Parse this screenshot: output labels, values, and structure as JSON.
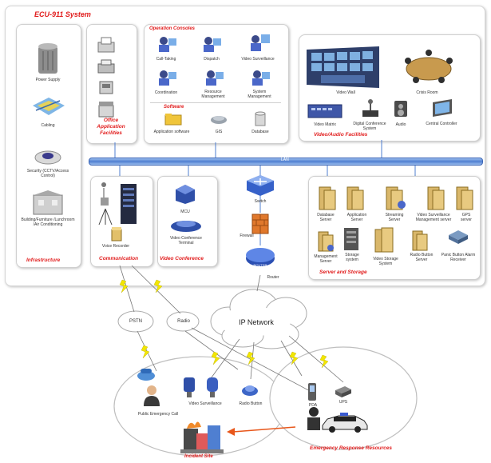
{
  "title": "ECU-911 System",
  "colors": {
    "accent_red": "#e11b1b",
    "lan_blue": "#4f7fd1",
    "lightning": "#f2e600",
    "incident_arrow": "#e8571b"
  },
  "infrastructure": {
    "title": "Infrastructure",
    "items": [
      "Power Supply",
      "Cabling",
      "Security (CCTV/Access Control)",
      "Building/Furniture /Lunchroom /Air Conditioning"
    ]
  },
  "office": {
    "title": "Office Application Facilities"
  },
  "operation": {
    "title": "Operation Consoles",
    "consoles": [
      "Call-Taking",
      "Dispatch",
      "Video Surveillance",
      "Coordination",
      "Resource Management",
      "System Management"
    ],
    "software_title": "Software",
    "software": [
      "Application software",
      "GIS",
      "Database"
    ]
  },
  "video": {
    "items": [
      "Video Wall",
      "Crisis Room",
      "Video Matrix",
      "Digital Conference System",
      "Audio",
      "Central Controller"
    ],
    "title": "Video/Audio Facilities"
  },
  "lan": {
    "label": "LAN"
  },
  "communication": {
    "title": "Communication",
    "items": [
      "Voice Recorder"
    ]
  },
  "video_conference": {
    "title": "Video Conference",
    "items": [
      "MCU",
      "Video Conference Terminal"
    ]
  },
  "network": {
    "switch": "Switch",
    "firewall": "Firewall",
    "router_icon": "ROUTER",
    "router": "Router"
  },
  "servers": {
    "title": "Server and Storage",
    "row1": [
      "Database Server",
      "Application Server",
      "Streaming Server",
      "Video Surveillance Management server",
      "GPS server"
    ],
    "row2": [
      "Management Server",
      "Storage system",
      "Video Storage System",
      "Radio Button Server",
      "Panic Button Alarm Receiver"
    ]
  },
  "clouds": {
    "pstn": "PSTN",
    "radio": "Radio",
    "ip": "IP Network"
  },
  "field": {
    "public_call": "Public Emergency Call",
    "surveillance": "Video Surveillance",
    "radio_button": "Radio Button",
    "pda": "PDA",
    "ups": "UPS",
    "incident": "Incident Site",
    "emergency": "Emergency Response Resources"
  }
}
